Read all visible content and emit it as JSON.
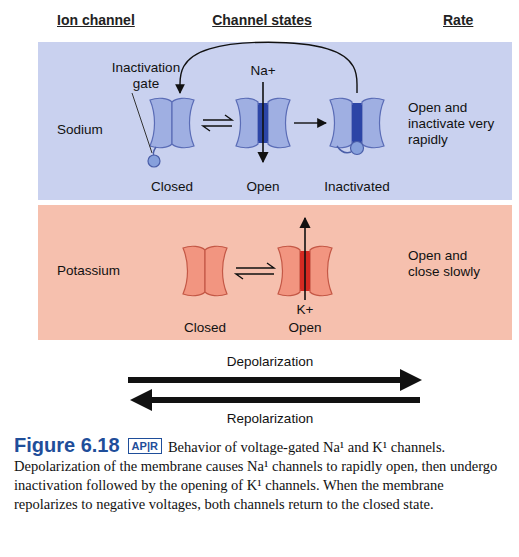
{
  "diagram": {
    "caption": "Behavior of voltage-gated Na¹ and K¹ channels. Depolarization of the membrane causes Na¹ channels to rapidly open, then undergo inactivation followed by the opening of K¹ channels. When the membrane repolarizes to negative voltages, both channels return to the closed state.",
    "nodes": [
      {
        "text": [
          "Sodium",
          "Open and inactivate very rapidly"
        ]
      },
      {
        "text": [
          "Closed"
        ],
        "in": 0
      },
      {
        "text": [
          "Open"
        ],
        "in": 0
      },
      {
        "text": [
          "Inactivated"
        ],
        "in": 0
      },
      {
        "text": [
          "Potassium",
          "Open and close slowly"
        ]
      },
      {
        "text": [
          "Closed"
        ],
        "in": 4
      },
      {
        "text": [
          "Open"
        ],
        "in": 4
      }
    ],
    "edges": [
      {
        "from": 1,
        "to": 2,
        "arrow": "both"
      },
      {
        "from": 2,
        "to": 3,
        "arrow": "to"
      },
      {
        "from": 3,
        "to": 1,
        "arrow": "to"
      },
      {
        "from": 5,
        "to": 6,
        "arrow": "both"
      }
    ],
    "labels": [
      "Ion channel",
      "Channel states",
      "Rate",
      "Inactivation gate",
      "Na+",
      "K+",
      "Depolarization",
      "Repolarization",
      "Figure 6.18",
      "AP|R"
    ]
  }
}
